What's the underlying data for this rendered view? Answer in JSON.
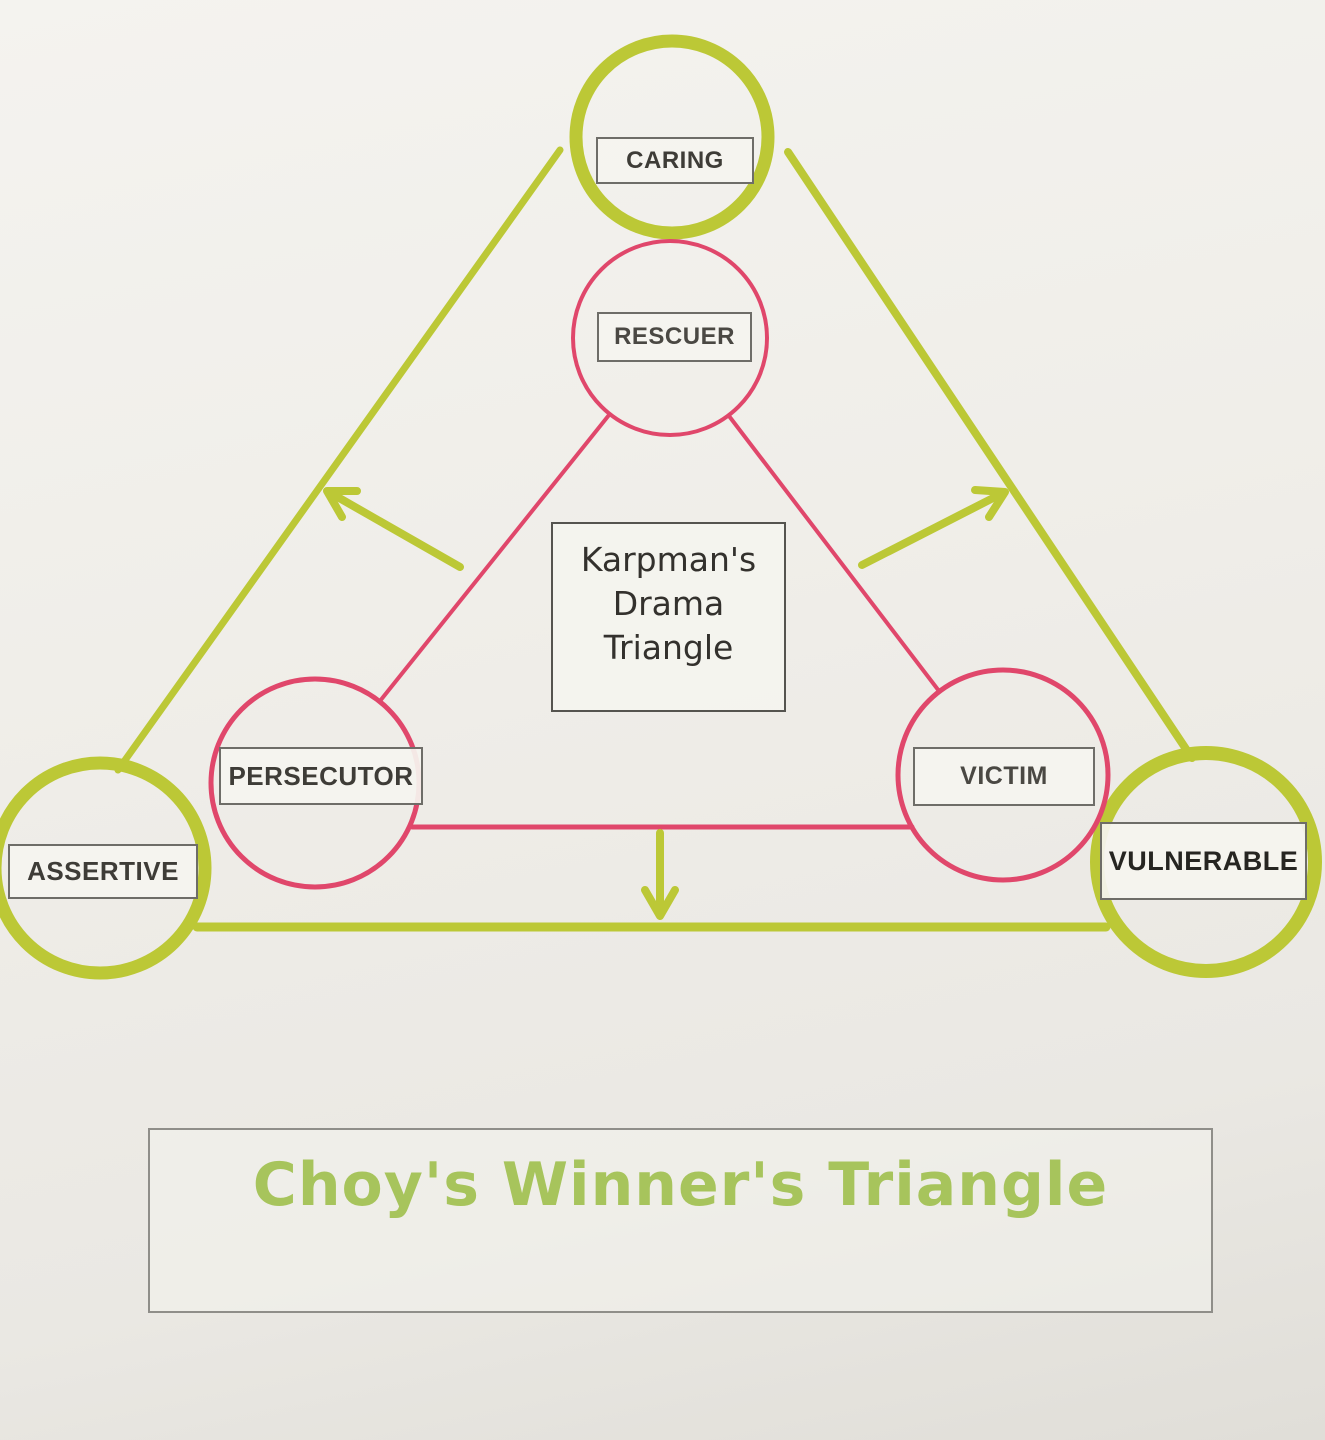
{
  "colors": {
    "winner_green": "#bcc836",
    "drama_pink": "#e0476b",
    "title_green": "#a7c45c",
    "label_text": "#3e3c37",
    "caption_text": "#33312d"
  },
  "winner_triangle": {
    "caring_label": "CARING",
    "assertive_label": "ASSERTIVE",
    "vulnerable_label": "VULNERABLE"
  },
  "drama_triangle": {
    "rescuer_label": "RESCUER",
    "persecutor_label": "PERSECUTOR",
    "victim_label": "VICTIM",
    "caption_line1": "Karpman's",
    "caption_line2": "Drama",
    "caption_line3": "Triangle"
  },
  "title": {
    "text": "Choy's Winner's Triangle"
  }
}
